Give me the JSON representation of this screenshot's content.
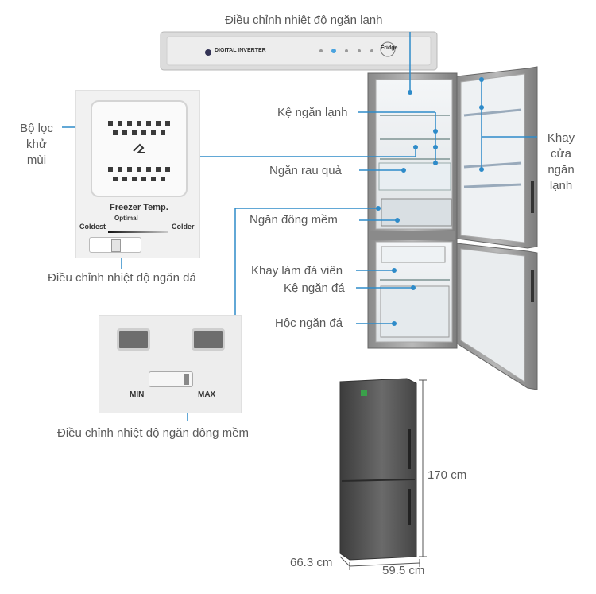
{
  "labels": {
    "fridge_control": "Điều chỉnh nhiệt độ ngăn lạnh",
    "fridge_shelf": "Kệ ngăn lạnh",
    "veg_drawer": "Ngăn rau quả",
    "soft_freeze": "Ngăn đông mềm",
    "ice_tray": "Khay làm đá viên",
    "freezer_shelf": "Kệ ngăn đá",
    "freezer_drawer": "Hộc ngăn đá",
    "door_tray": [
      "Khay",
      "cửa",
      "ngăn",
      "lạnh"
    ],
    "deodor_filter": [
      "Bộ lọc",
      "khử",
      "mùi"
    ],
    "freezer_control": "Điều chỉnh nhiệt độ ngăn đá",
    "soft_freeze_control": "Điều chỉnh nhiệt độ ngăn đông mềm"
  },
  "dimensions": {
    "height": "170 cm",
    "depth": "66.3 cm",
    "width": "59.5 cm"
  },
  "freezer_panel": {
    "title": "Freezer Temp.",
    "optimal": "Optimal",
    "coldest": "Coldest",
    "colder": "Colder"
  },
  "soft_panel": {
    "min": "MIN",
    "max": "MAX"
  },
  "control_strip": {
    "brand": "DIGITAL INVERTER",
    "fridge_btn": "Fridge"
  },
  "colors": {
    "line": "#2e8bc9",
    "steel": "#6e6e6e",
    "dark_body": "#4a4a4a"
  }
}
